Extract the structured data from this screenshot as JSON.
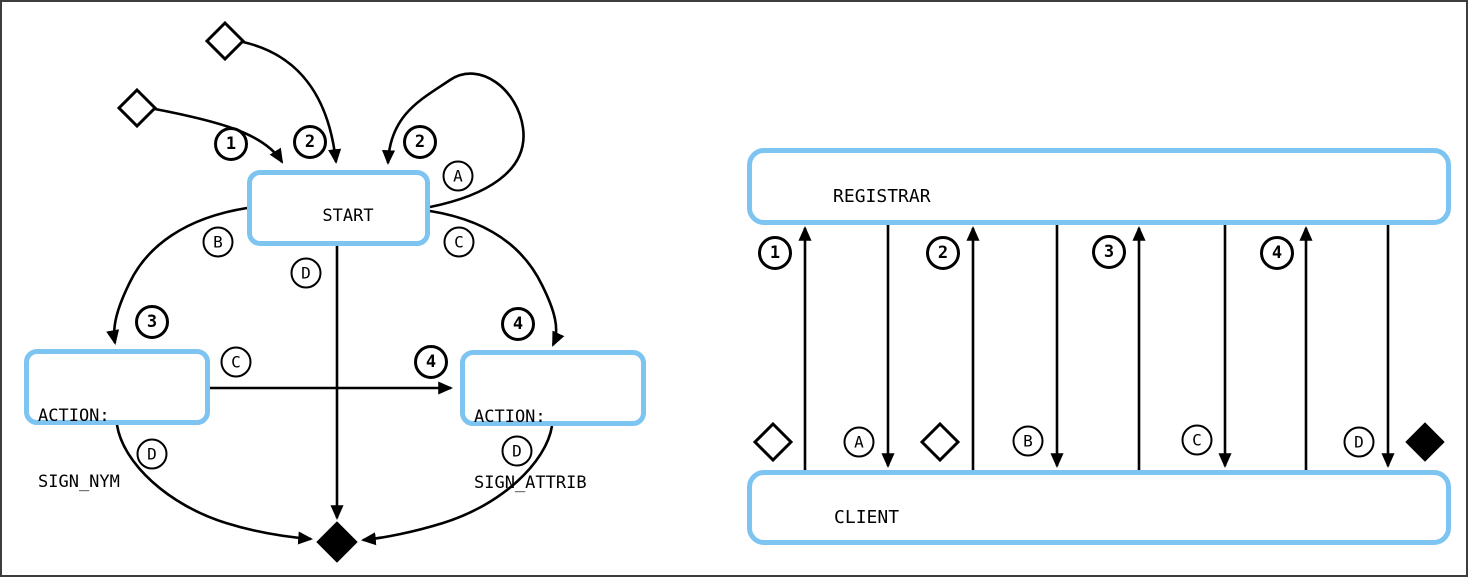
{
  "colors": {
    "accent": "#7ec4f1",
    "line": "#000000",
    "node_fill": "#ffffff",
    "background": "#ffffff",
    "frame_border": "#3d3d3d"
  },
  "state_machine": {
    "nodes": {
      "start": {
        "label": "START"
      },
      "sign_nym": {
        "label_line1": "ACTION:",
        "label_line2": "SIGN_NYM"
      },
      "sign_attrib": {
        "label_line1": "ACTION:",
        "label_line2": "SIGN_ATTRIB"
      }
    },
    "badges": {
      "msg1": "1",
      "msg2_in": "2",
      "msg2_loop": "2",
      "msg3": "3",
      "msg4_to_attrib": "4",
      "msg4_nym_to_attrib": "4",
      "reply_a": "A",
      "reply_b": "B",
      "reply_c_start": "C",
      "reply_c_nym": "C",
      "reply_d_start": "D",
      "reply_d_nym": "D",
      "reply_d_attrib": "D"
    }
  },
  "sequence": {
    "registrar_label": "REGISTRAR",
    "client_label": "CLIENT",
    "request_badges": [
      "1",
      "2",
      "3",
      "4"
    ],
    "reply_badges": [
      "A",
      "B",
      "C",
      "D"
    ]
  }
}
